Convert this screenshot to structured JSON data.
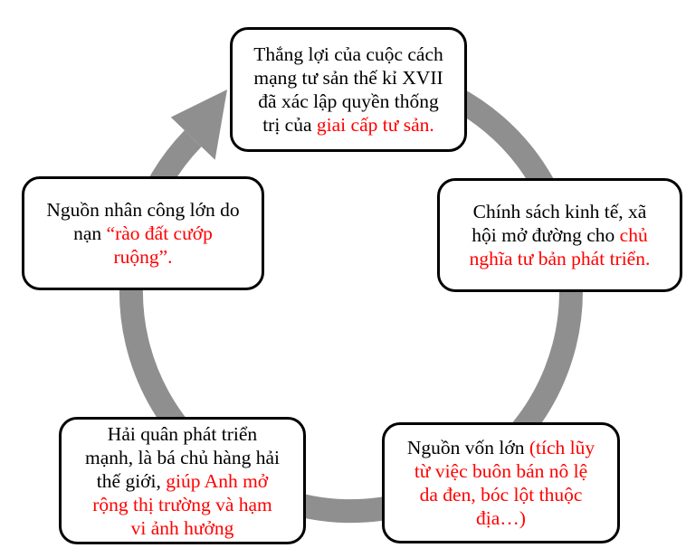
{
  "diagram": {
    "title": "cycle-diagram-english-bourgeois-revolution",
    "colors": {
      "arrow": "#8F8F8F",
      "red": "#FF0000",
      "black": "#000000",
      "box_border": "#000000",
      "box_background": "#FFFFFF"
    },
    "flow_direction": "clockwise",
    "boxes": {
      "top": {
        "segments": [
          {
            "text": "Thắng lợi của cuộc cách\nmạng tư sản thế kỉ XVII\nđã xác lập quyền thống\ntrị của ",
            "red": false
          },
          {
            "text": "giai cấp tư sản.",
            "red": true
          }
        ]
      },
      "right": {
        "segments": [
          {
            "text": "Chính sách kinh tế, xã\nhội mở đường cho ",
            "red": false
          },
          {
            "text": "chủ\nnghĩa tư bản phát triển.",
            "red": true
          }
        ]
      },
      "bottom_right": {
        "segments": [
          {
            "text": "Nguồn vốn lớn ",
            "red": false
          },
          {
            "text": "(tích lũy\ntừ việc buôn bán nô lệ\nda đen, bóc lột thuộc\nđịa…)",
            "red": true
          }
        ]
      },
      "bottom_left": {
        "segments": [
          {
            "text": "Hải quân phát triển\nmạnh, là bá chủ hàng hải\nthế giới, ",
            "red": false
          },
          {
            "text": "giúp Anh mở\nrộng thị trường và hạm\nvi ảnh hưởng",
            "red": true
          }
        ]
      },
      "left": {
        "segments": [
          {
            "text": "Nguồn nhân công lớn do\nnạn ",
            "red": false
          },
          {
            "text": "“rào đất cướp\nruộng”.",
            "red": true
          }
        ]
      }
    }
  }
}
